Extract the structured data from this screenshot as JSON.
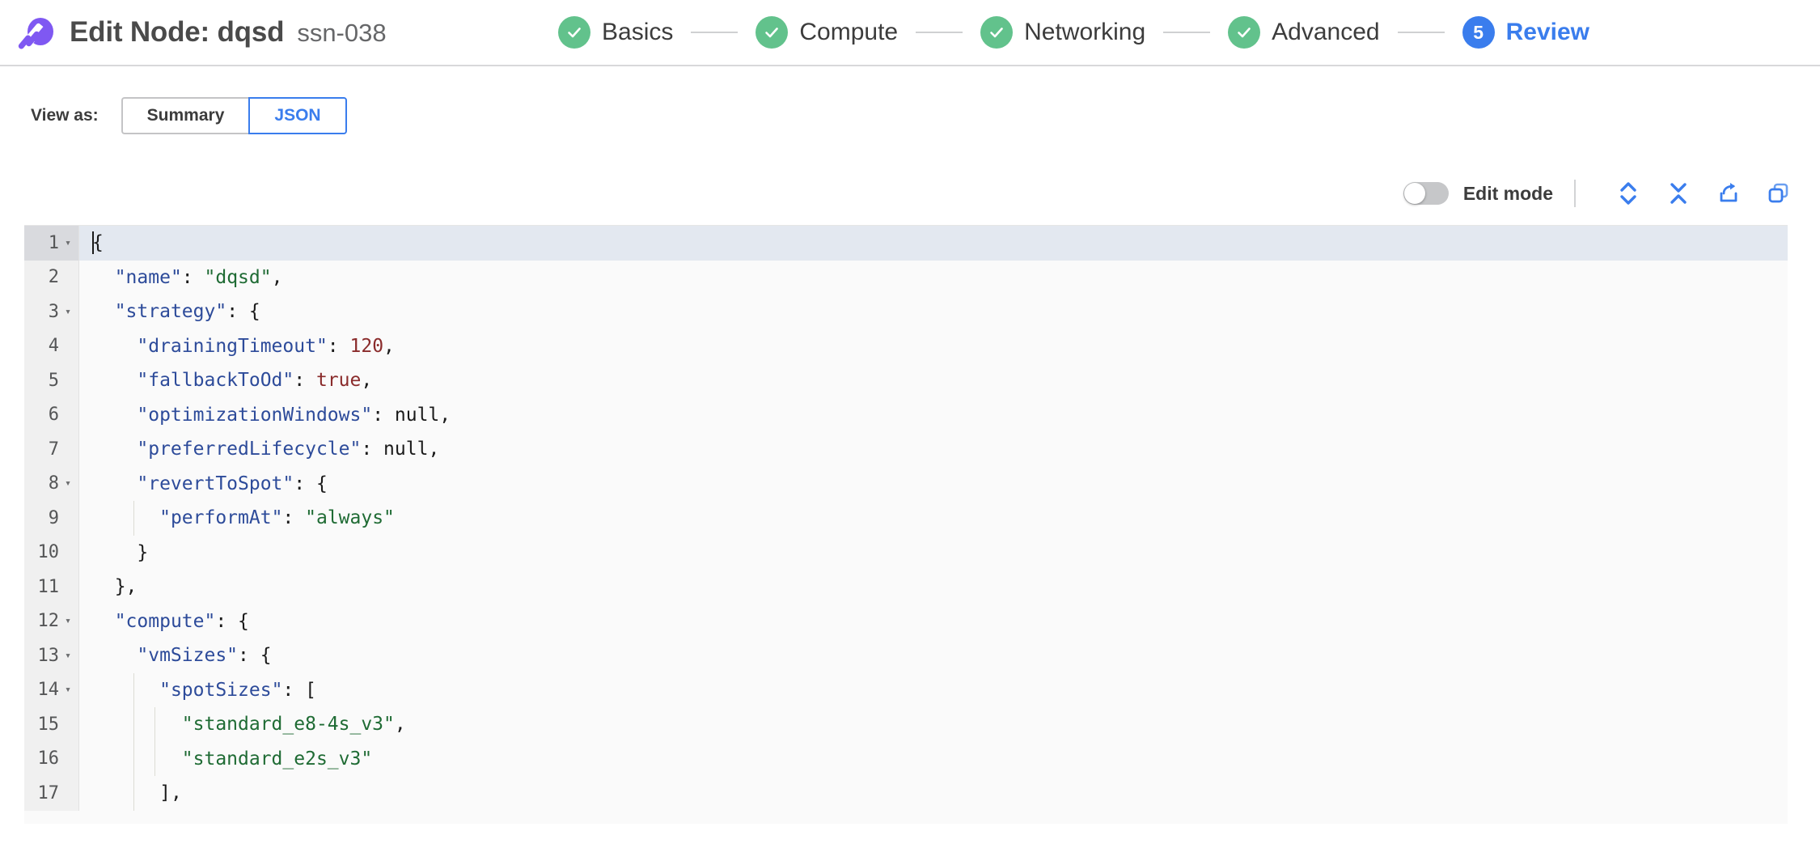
{
  "header": {
    "logo_icon": "spot-comet-logo",
    "title": "Edit Node: dqsd",
    "subtitle": "ssn-038",
    "stepper": [
      {
        "label": "Basics",
        "state": "done",
        "marker": "check"
      },
      {
        "label": "Compute",
        "state": "done",
        "marker": "check"
      },
      {
        "label": "Networking",
        "state": "done",
        "marker": "check"
      },
      {
        "label": "Advanced",
        "state": "done",
        "marker": "check"
      },
      {
        "label": "Review",
        "state": "current",
        "marker": "5"
      }
    ]
  },
  "view_as": {
    "label": "View as:",
    "options": [
      {
        "label": "Summary",
        "selected": false
      },
      {
        "label": "JSON",
        "selected": true
      }
    ]
  },
  "editor_toolbar": {
    "edit_mode_label": "Edit mode",
    "edit_mode_on": false,
    "icons": [
      {
        "name": "expand-all-icon",
        "title": "Expand all"
      },
      {
        "name": "collapse-all-icon",
        "title": "Collapse all"
      },
      {
        "name": "share-icon",
        "title": "Share"
      },
      {
        "name": "copy-icon",
        "title": "Copy"
      }
    ]
  },
  "colors": {
    "brand_purple": "#7f58f2",
    "accent_blue": "#3a7ded",
    "step_green": "#62c28c",
    "active_line": "#e3e8f0",
    "editor_bg": "#fafafa",
    "gutter_bg": "#f0f0f0",
    "json_key": "#2d4b9a",
    "json_string": "#1f6b34",
    "json_number": "#8a2b2b"
  },
  "editor": {
    "language": "json",
    "active_line": 1,
    "lines": [
      {
        "n": 1,
        "fold": true,
        "indent": 0,
        "tokens": [
          {
            "t": "punc",
            "v": "{"
          }
        ],
        "caret": true
      },
      {
        "n": 2,
        "fold": false,
        "indent": 1,
        "tokens": [
          {
            "t": "key",
            "v": "\"name\""
          },
          {
            "t": "punc",
            "v": ": "
          },
          {
            "t": "str",
            "v": "\"dqsd\""
          },
          {
            "t": "punc",
            "v": ","
          }
        ]
      },
      {
        "n": 3,
        "fold": true,
        "indent": 1,
        "tokens": [
          {
            "t": "key",
            "v": "\"strategy\""
          },
          {
            "t": "punc",
            "v": ": {"
          }
        ]
      },
      {
        "n": 4,
        "fold": false,
        "indent": 2,
        "tokens": [
          {
            "t": "key",
            "v": "\"drainingTimeout\""
          },
          {
            "t": "punc",
            "v": ": "
          },
          {
            "t": "num",
            "v": "120"
          },
          {
            "t": "punc",
            "v": ","
          }
        ]
      },
      {
        "n": 5,
        "fold": false,
        "indent": 2,
        "tokens": [
          {
            "t": "key",
            "v": "\"fallbackToOd\""
          },
          {
            "t": "punc",
            "v": ": "
          },
          {
            "t": "bool",
            "v": "true"
          },
          {
            "t": "punc",
            "v": ","
          }
        ]
      },
      {
        "n": 6,
        "fold": false,
        "indent": 2,
        "tokens": [
          {
            "t": "key",
            "v": "\"optimizationWindows\""
          },
          {
            "t": "punc",
            "v": ": "
          },
          {
            "t": "null",
            "v": "null"
          },
          {
            "t": "punc",
            "v": ","
          }
        ]
      },
      {
        "n": 7,
        "fold": false,
        "indent": 2,
        "tokens": [
          {
            "t": "key",
            "v": "\"preferredLifecycle\""
          },
          {
            "t": "punc",
            "v": ": "
          },
          {
            "t": "null",
            "v": "null"
          },
          {
            "t": "punc",
            "v": ","
          }
        ]
      },
      {
        "n": 8,
        "fold": true,
        "indent": 2,
        "tokens": [
          {
            "t": "key",
            "v": "\"revertToSpot\""
          },
          {
            "t": "punc",
            "v": ": {"
          }
        ]
      },
      {
        "n": 9,
        "fold": false,
        "indent": 3,
        "tokens": [
          {
            "t": "key",
            "v": "\"performAt\""
          },
          {
            "t": "punc",
            "v": ": "
          },
          {
            "t": "str",
            "v": "\"always\""
          }
        ]
      },
      {
        "n": 10,
        "fold": false,
        "indent": 2,
        "tokens": [
          {
            "t": "punc",
            "v": "}"
          }
        ]
      },
      {
        "n": 11,
        "fold": false,
        "indent": 1,
        "tokens": [
          {
            "t": "punc",
            "v": "},"
          }
        ]
      },
      {
        "n": 12,
        "fold": true,
        "indent": 1,
        "tokens": [
          {
            "t": "key",
            "v": "\"compute\""
          },
          {
            "t": "punc",
            "v": ": {"
          }
        ]
      },
      {
        "n": 13,
        "fold": true,
        "indent": 2,
        "tokens": [
          {
            "t": "key",
            "v": "\"vmSizes\""
          },
          {
            "t": "punc",
            "v": ": {"
          }
        ]
      },
      {
        "n": 14,
        "fold": true,
        "indent": 3,
        "tokens": [
          {
            "t": "key",
            "v": "\"spotSizes\""
          },
          {
            "t": "punc",
            "v": ": ["
          }
        ]
      },
      {
        "n": 15,
        "fold": false,
        "indent": 4,
        "tokens": [
          {
            "t": "str",
            "v": "\"standard_e8-4s_v3\""
          },
          {
            "t": "punc",
            "v": ","
          }
        ]
      },
      {
        "n": 16,
        "fold": false,
        "indent": 4,
        "tokens": [
          {
            "t": "str",
            "v": "\"standard_e2s_v3\""
          }
        ]
      },
      {
        "n": 17,
        "fold": false,
        "indent": 3,
        "tokens": [
          {
            "t": "punc",
            "v": "],"
          }
        ]
      }
    ]
  }
}
